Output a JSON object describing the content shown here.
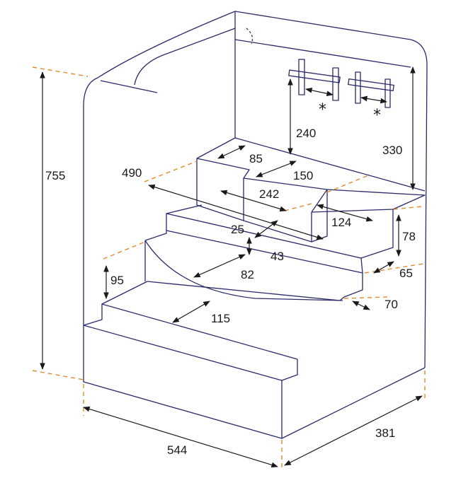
{
  "dimensions": {
    "total_height": "755",
    "width": "544",
    "depth": "381",
    "top_depth": "330",
    "handle_height": "240",
    "bath_length": "490",
    "top_step_depth": "85",
    "top_step_width": "150",
    "middle_width": "242",
    "right_step_depth": "124",
    "right_step_height": "78",
    "small_height": "25",
    "step_offset": "43",
    "seat_depth": "82",
    "side_depth": "65",
    "lower_step_height": "95",
    "lower_step_offset": "70",
    "bottom_step_depth": "115"
  },
  "markers": {
    "handle_left": "*",
    "handle_right": "*"
  },
  "colors": {
    "outline": "#2b2a6b",
    "dimension": "#1a1a1a",
    "extension": "#e08a2e"
  }
}
